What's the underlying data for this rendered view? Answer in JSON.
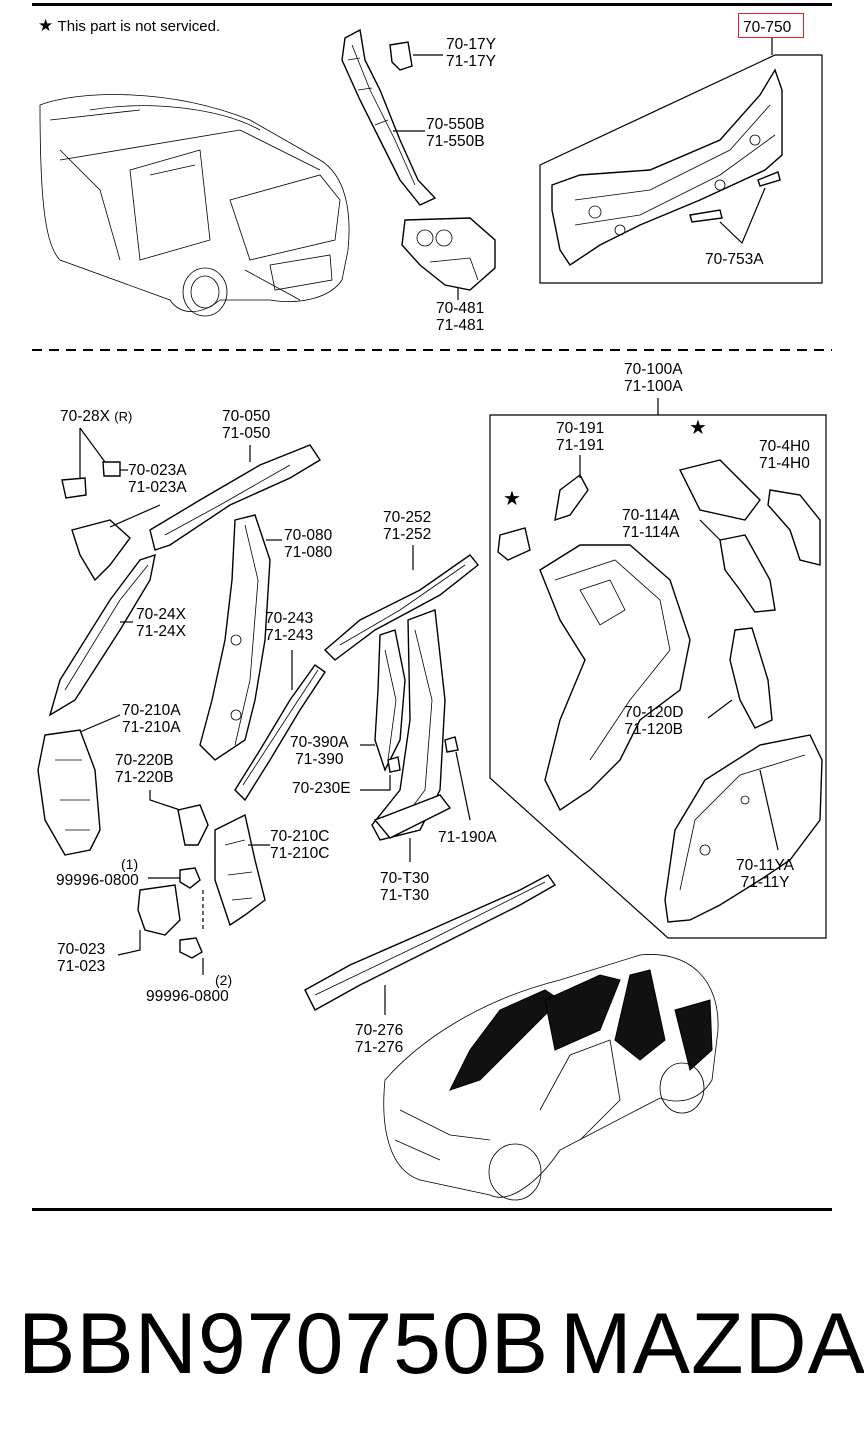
{
  "note": {
    "star": "★",
    "text": "This part is not serviced."
  },
  "labels": {
    "l_17y": "70-17Y\n71-17Y",
    "l_550b": "70-550B\n71-550B",
    "l_481": "70-481\n71-481",
    "l_750": "70-750",
    "l_753a": "70-753A",
    "l_28x": "70-28X",
    "l_28x_r": "(R)",
    "l_023a": "70-023A\n71-023A",
    "l_050": "70-050\n71-050",
    "l_24x": "70-24X\n71-24X",
    "l_080": "70-080\n71-080",
    "l_252": "70-252\n71-252",
    "l_243": "70-243\n71-243",
    "l_210a": "70-210A\n71-210A",
    "l_220b": "70-220B\n71-220B",
    "l_390a": "70-390A\n71-390",
    "l_230e": "70-230E",
    "l_210c": "70-210C\n71-210C",
    "l_190a": "71-190A",
    "l_t30": "70-T30\n71-T30",
    "l_0800_1_num": "(1)",
    "l_0800_1": "99996-0800",
    "l_023": "70-023\n71-023",
    "l_0800_2_num": "(2)",
    "l_0800_2": "99996-0800",
    "l_276": "70-276\n71-276",
    "l_100a": "70-100A\n71-100A",
    "l_191": "70-191\n71-191",
    "l_4h0": "70-4H0\n71-4H0",
    "l_114a": "70-114A\n71-114A",
    "l_120d": "70-120D\n71-120B",
    "l_11ya": "70-11YA\n71-11Y"
  },
  "stars": [
    "★",
    "★"
  ],
  "footer": {
    "part_number": "BBN970750B",
    "brand": "MAZDA"
  },
  "colors": {
    "highlight_box": "#dd2222",
    "ink": "#000000"
  }
}
